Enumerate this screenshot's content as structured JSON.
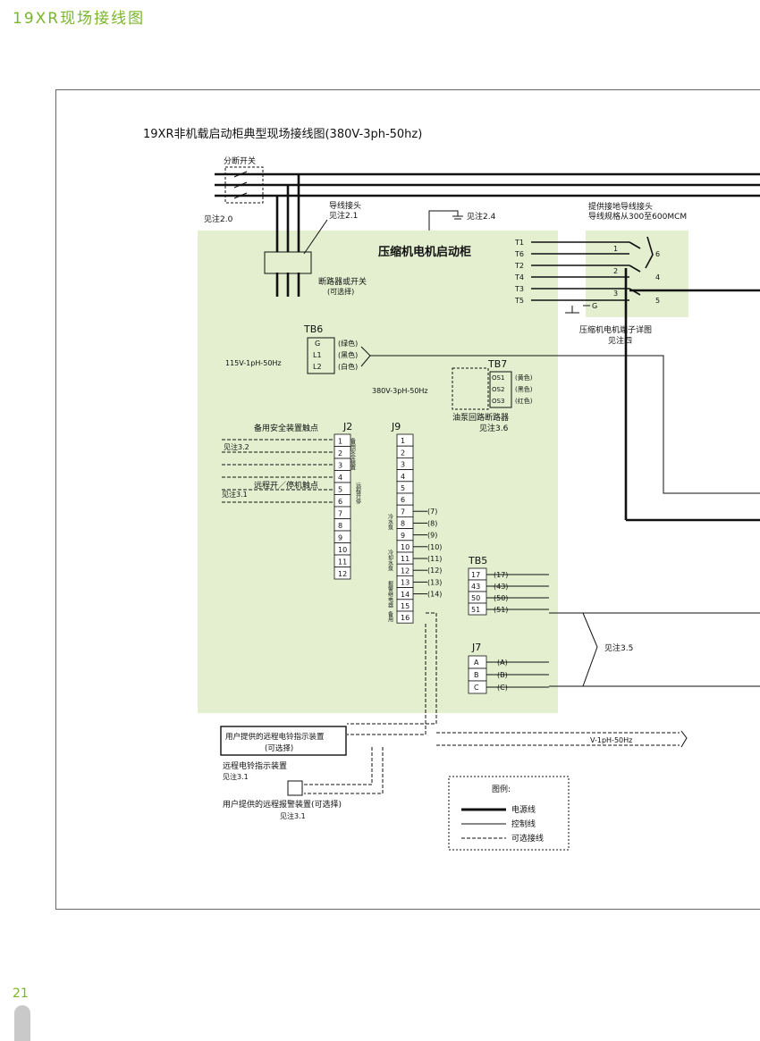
{
  "header": {
    "title": "19XR现场接线图"
  },
  "page_number": "21",
  "diagram": {
    "title": "19XR非机载启动柜典型现场接线图(380V-3ph-50hz)",
    "panel_title": "压缩机电机启动柜",
    "disconnect_switch": "分断开关",
    "note_2_0": "见注2.0",
    "lead_connector": "导线接头",
    "note_2_1": "见注2.1",
    "ground_note": "见注2.4",
    "breaker": "断路器或开关",
    "breaker_optional": "(可选择)",
    "ground_lug": "提供接地导线接头",
    "wire_spec": "导线规格从300至600MCM",
    "motor_terminals": [
      "T1",
      "T6",
      "T2",
      "T4",
      "T3",
      "T5"
    ],
    "motor_ground": "G",
    "motor_winding_numbers": [
      "1",
      "2",
      "3",
      "6",
      "4",
      "5"
    ],
    "motor_detail": "压缩机电机端子详图",
    "note_4": "见注四",
    "tb6": {
      "label": "TB6",
      "supply": "115V-1pH-50Hz",
      "terminals": [
        "G",
        "L1",
        "L2"
      ],
      "colors": [
        "(绿色)",
        "(黑色)",
        "(白色)"
      ]
    },
    "tb7": {
      "label": "TB7",
      "supply": "380V-3pH-50Hz",
      "terminals": [
        "OS1",
        "OS2",
        "OS3"
      ],
      "colors": [
        "(黄色)",
        "(黑色)",
        "(红色)"
      ],
      "breaker": "油泵回路断路器",
      "note": "见注3.6"
    },
    "j2": {
      "label": "J2",
      "pins": [
        "1",
        "2",
        "3",
        "4",
        "5",
        "6",
        "7",
        "8",
        "9",
        "10",
        "11",
        "12"
      ],
      "spare_safety": "备用安全装置触点",
      "note_3_2": "见注3.2",
      "remote_start": "远程开／停机触点",
      "note_3_1": "见注3.1",
      "side_label_a": "备用安全装置",
      "side_label_b": "远程开停"
    },
    "j9": {
      "label": "J9",
      "pins": [
        "1",
        "2",
        "3",
        "4",
        "5",
        "6",
        "7",
        "8",
        "9",
        "10",
        "11",
        "12",
        "13",
        "14",
        "15",
        "16"
      ],
      "wires": [
        "(7)",
        "(8)",
        "(9)",
        "(10)",
        "(11)",
        "(12)",
        "(13)",
        "(14)"
      ],
      "side_label_a": "冷水泵",
      "side_label_b": "冷却水泵",
      "side_label_c": "报警继电器",
      "side_label_d": "备用"
    },
    "tb5": {
      "label": "TB5",
      "terminals": [
        "17",
        "43",
        "50",
        "51"
      ],
      "wires": [
        "(17)",
        "(43)",
        "(50)",
        "(51)"
      ]
    },
    "j7": {
      "label": "J7",
      "terminals": [
        "A",
        "B",
        "C"
      ],
      "wires": [
        "(A)",
        "(B)",
        "(C)"
      ]
    },
    "note_3_5": "见注3.5",
    "remote_alarm_indicator": "用户提供的远程电铃指示装置",
    "optional": "(可选择)",
    "supply_v1ph": "V-1pH-50Hz",
    "remote_bell": "远程电铃指示装置",
    "note_3_1b": "见注3.1",
    "remote_alarm_device": "用户提供的远程报警装置(可选择)",
    "note_3_1c": "见注3.1",
    "legend": {
      "title": "图例:",
      "power": "电源线",
      "control": "控制线",
      "optional": "可选接线"
    },
    "colors": {
      "accent": "#7ab629",
      "panel_fill": "#e3efcf",
      "line": "#111111"
    }
  }
}
